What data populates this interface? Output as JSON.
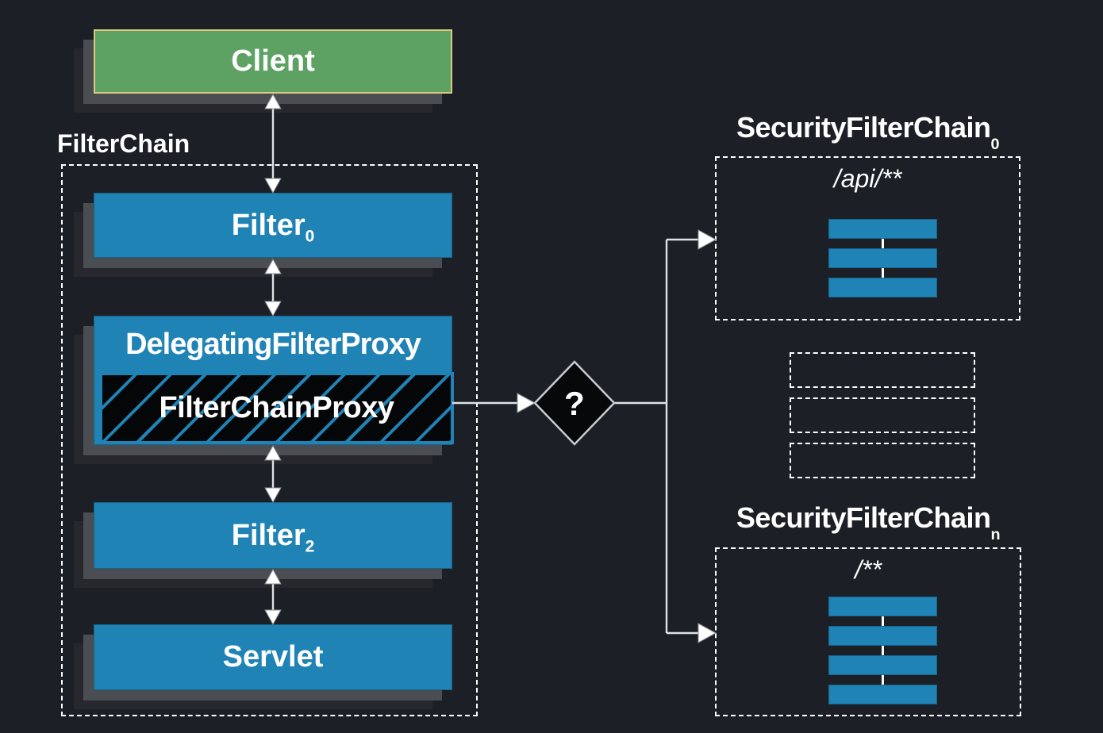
{
  "colors": {
    "background": "#1c2026",
    "accent_blue": "#2083b6",
    "client_green": "#5da263",
    "client_border_yellow": "#dcc97e",
    "connector_line": "#dfe1e4"
  },
  "client": {
    "label": "Client"
  },
  "filter_chain": {
    "label": "FilterChain",
    "filter0": {
      "label": "Filter",
      "subscript": "0"
    },
    "delegating_filter_proxy": {
      "label": "DelegatingFilterProxy"
    },
    "filter_chain_proxy": {
      "label": "FilterChainProxy"
    },
    "filter2": {
      "label": "Filter",
      "subscript": "2"
    },
    "servlet": {
      "label": "Servlet"
    }
  },
  "decision": {
    "label": "?"
  },
  "security_chains": [
    {
      "label": "SecurityFilterChain",
      "subscript": "0",
      "url_pattern": "/api/**",
      "filter_bar_count": 3
    },
    {
      "label": "SecurityFilterChain",
      "subscript": "n",
      "url_pattern": "/**",
      "filter_bar_count": 4
    }
  ],
  "ellipsis_placeholder_count": 3
}
